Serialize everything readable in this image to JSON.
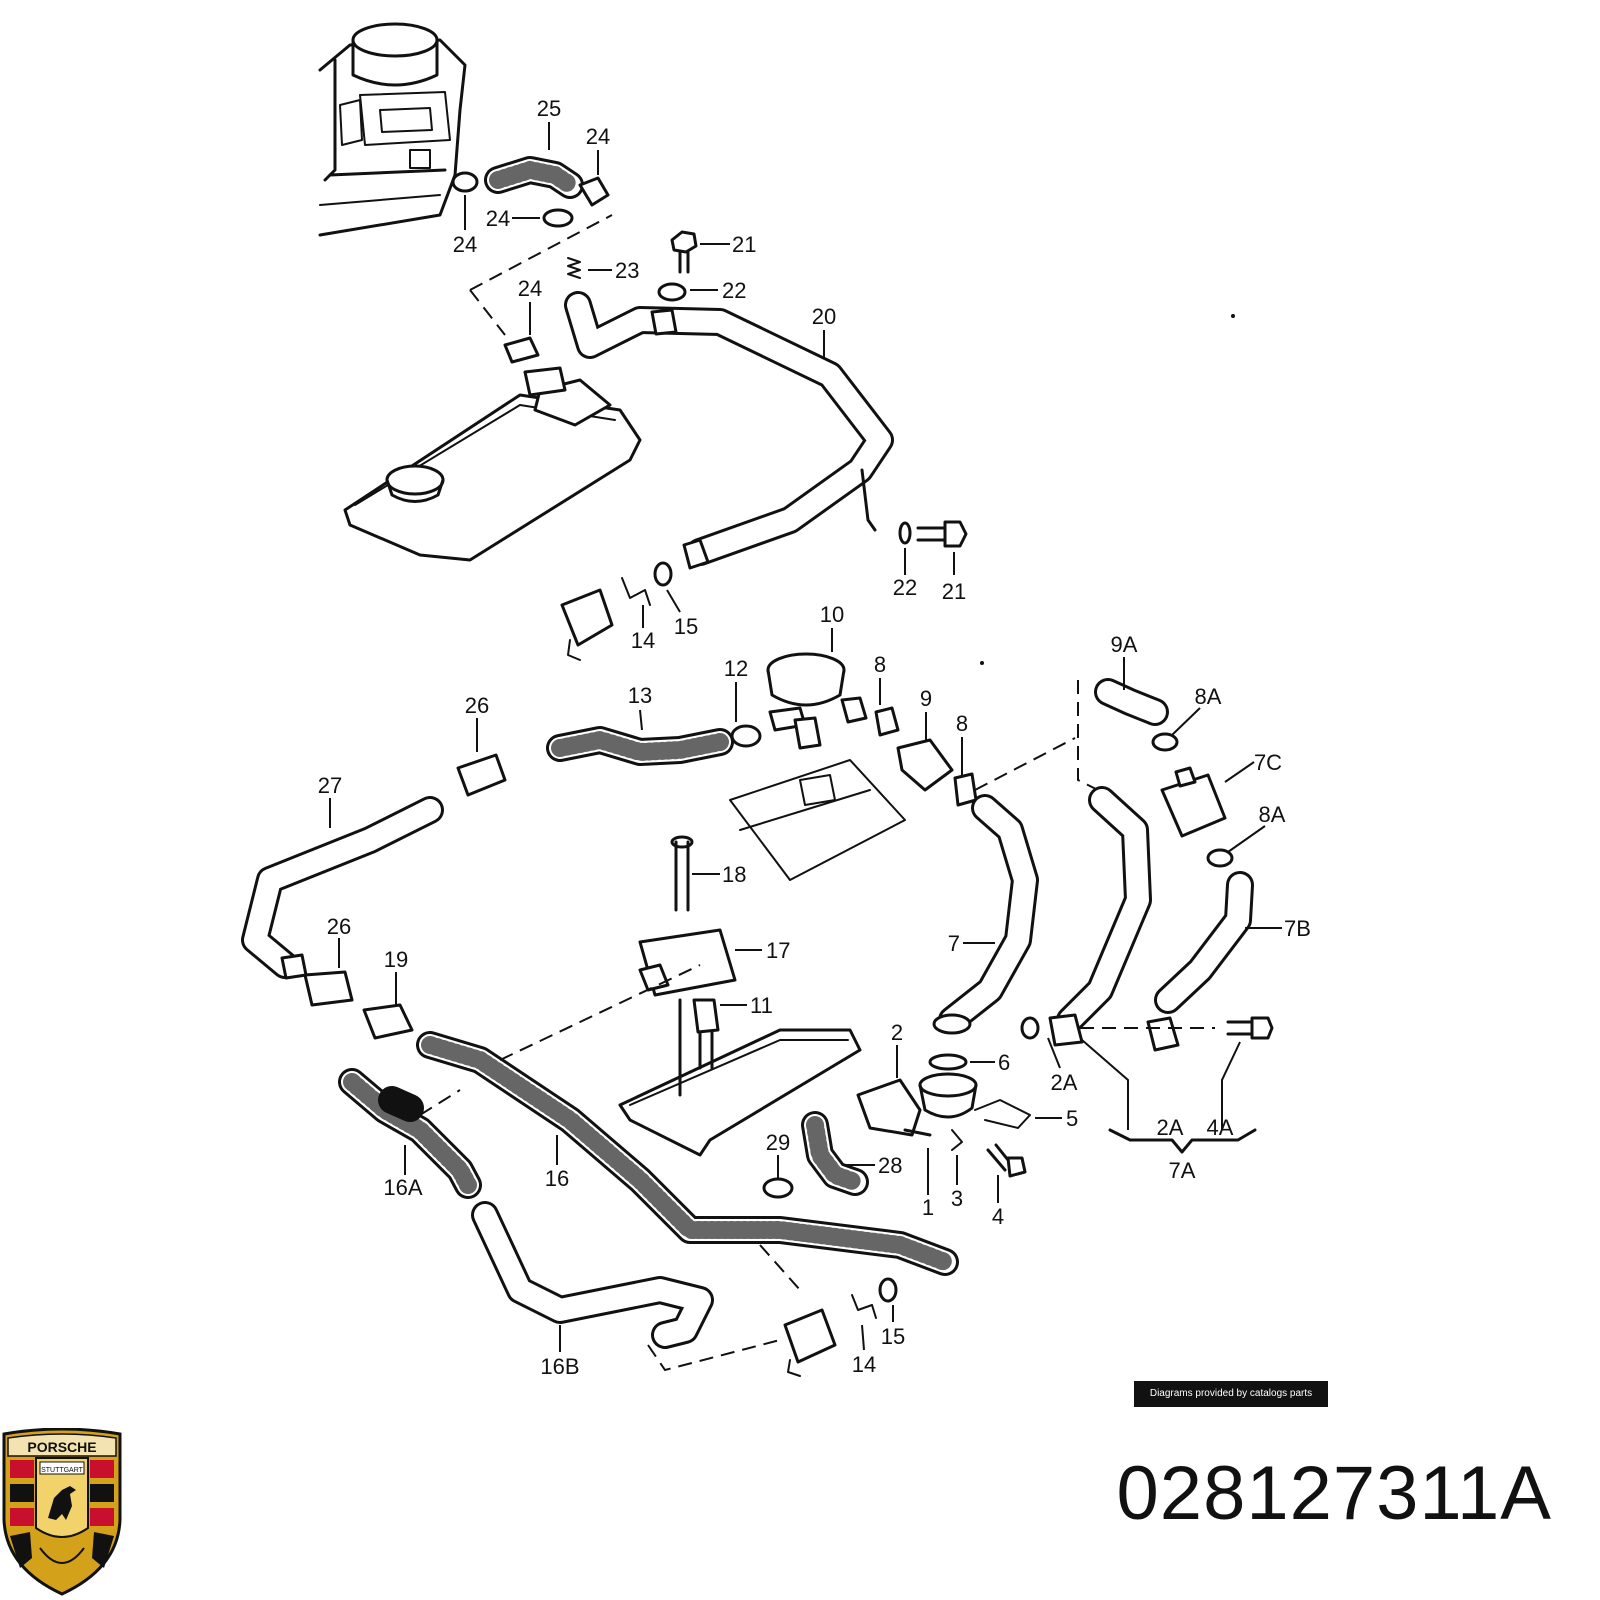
{
  "part_number": "028127311A",
  "credit": "Diagrams provided by catalogs parts",
  "logo": {
    "brand_text": "PORSCHE",
    "city_text": "STUTTGART",
    "colors": [
      "#c8102e",
      "#d4a21a",
      "#111111"
    ]
  },
  "callouts": [
    {
      "id": "c25",
      "label": "25"
    },
    {
      "id": "c24a",
      "label": "24"
    },
    {
      "id": "c24b",
      "label": "24"
    },
    {
      "id": "c24c",
      "label": "24"
    },
    {
      "id": "c24d",
      "label": "24"
    },
    {
      "id": "c21a",
      "label": "21"
    },
    {
      "id": "c23",
      "label": "23"
    },
    {
      "id": "c22a",
      "label": "22"
    },
    {
      "id": "c20",
      "label": "20"
    },
    {
      "id": "c22b",
      "label": "22"
    },
    {
      "id": "c21b",
      "label": "21"
    },
    {
      "id": "c14a",
      "label": "14"
    },
    {
      "id": "c15a",
      "label": "15"
    },
    {
      "id": "c10",
      "label": "10"
    },
    {
      "id": "c12",
      "label": "12"
    },
    {
      "id": "c8a",
      "label": "8"
    },
    {
      "id": "c13",
      "label": "13"
    },
    {
      "id": "c9",
      "label": "9"
    },
    {
      "id": "c8b",
      "label": "8"
    },
    {
      "id": "c9A",
      "label": "9A"
    },
    {
      "id": "c8Aa",
      "label": "8A"
    },
    {
      "id": "c7C",
      "label": "7C"
    },
    {
      "id": "c8Ab",
      "label": "8A"
    },
    {
      "id": "c7B",
      "label": "7B"
    },
    {
      "id": "c26a",
      "label": "26"
    },
    {
      "id": "c27",
      "label": "27"
    },
    {
      "id": "c18",
      "label": "18"
    },
    {
      "id": "c17",
      "label": "17"
    },
    {
      "id": "c26b",
      "label": "26"
    },
    {
      "id": "c19",
      "label": "19"
    },
    {
      "id": "c11",
      "label": "11"
    },
    {
      "id": "c7",
      "label": "7"
    },
    {
      "id": "c2",
      "label": "2"
    },
    {
      "id": "c6",
      "label": "6"
    },
    {
      "id": "c2Aa",
      "label": "2A"
    },
    {
      "id": "c5",
      "label": "5"
    },
    {
      "id": "c2Ab",
      "label": "2A"
    },
    {
      "id": "c4A",
      "label": "4A"
    },
    {
      "id": "c7A",
      "label": "7A"
    },
    {
      "id": "c16A",
      "label": "16A"
    },
    {
      "id": "c16",
      "label": "16"
    },
    {
      "id": "c29",
      "label": "29"
    },
    {
      "id": "c28",
      "label": "28"
    },
    {
      "id": "c1",
      "label": "1"
    },
    {
      "id": "c3",
      "label": "3"
    },
    {
      "id": "c4",
      "label": "4"
    },
    {
      "id": "c14b",
      "label": "14"
    },
    {
      "id": "c15b",
      "label": "15"
    },
    {
      "id": "c16B",
      "label": "16B"
    }
  ]
}
